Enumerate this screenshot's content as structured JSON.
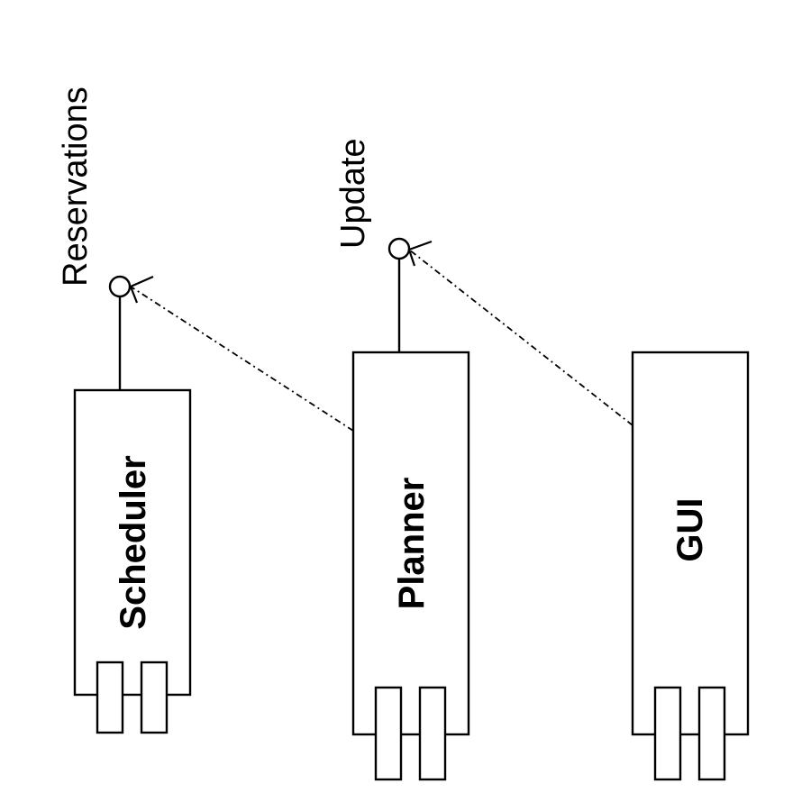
{
  "diagram": {
    "type": "uml-component-diagram",
    "components": [
      {
        "id": "scheduler",
        "label": "Scheduler"
      },
      {
        "id": "planner",
        "label": "Planner"
      },
      {
        "id": "gui",
        "label": "GUI"
      }
    ],
    "interfaces": [
      {
        "id": "reservations",
        "label": "Reservations",
        "provided_by": "scheduler"
      },
      {
        "id": "update",
        "label": "Update",
        "provided_by": "planner"
      }
    ],
    "dependencies": [
      {
        "from": "planner",
        "to": "reservations",
        "style": "dashed"
      },
      {
        "from": "gui",
        "to": "update",
        "style": "dashed"
      }
    ],
    "colors": {
      "stroke": "#000000",
      "fill": "#ffffff",
      "text": "#000000"
    }
  }
}
